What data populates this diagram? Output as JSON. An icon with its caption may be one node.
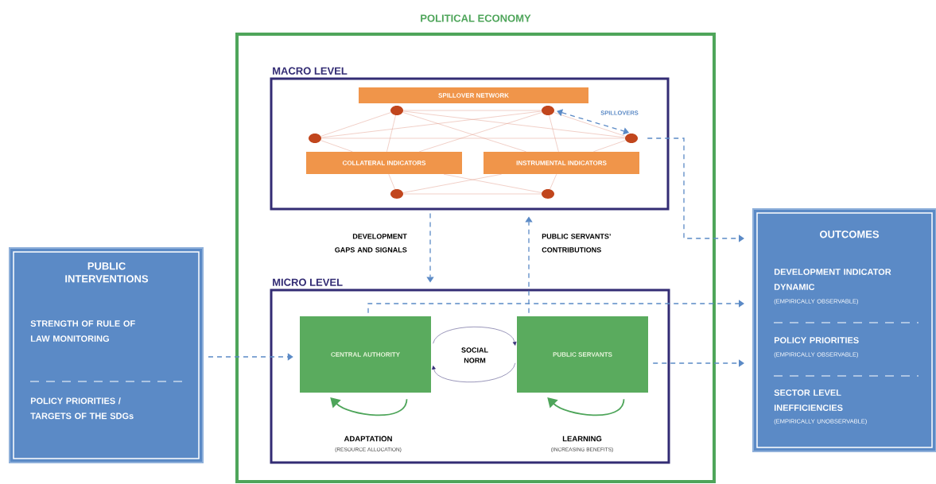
{
  "diagram": {
    "nodes": [
      {
        "text": [
          "POLITICAL ECONOMY"
        ]
      },
      {
        "text": [
          "MACRO LEVEL"
        ],
        "in": 0
      },
      {
        "text": [
          "SPILLOVER NETWORK"
        ],
        "in": 1
      },
      {
        "text": [
          "COLLATERAL INDICATORS"
        ],
        "in": 1
      },
      {
        "text": [
          "INSTRUMENTAL INDICATORS"
        ],
        "in": 1
      },
      {
        "text": [],
        "shape": "circle",
        "in": 1
      },
      {
        "text": [],
        "shape": "circle",
        "in": 1
      },
      {
        "text": [],
        "shape": "circle",
        "in": 1
      },
      {
        "text": [],
        "shape": "circle",
        "in": 1
      },
      {
        "text": [],
        "shape": "circle",
        "in": 1
      },
      {
        "text": [],
        "shape": "circle",
        "in": 1
      },
      {
        "text": [
          "MICRO LEVEL"
        ],
        "in": 0
      },
      {
        "text": [
          "CENTRAL AUTHORITY"
        ],
        "in": 11
      },
      {
        "text": [
          "PUBLIC SERVANTS"
        ],
        "in": 11
      },
      {
        "text": [
          "PUBLIC INTERVENTIONS",
          "STRENGTH OF RULE OF LAW MONITORING",
          "POLICY PRIORITIES / TARGETS OF THE SDGs"
        ]
      },
      {
        "text": [
          "OUTCOMES",
          "DEVELOPMENT INDICATOR DYNAMIC",
          "(EMPIRICALLY OBSERVABLE)",
          "POLICY PRIORITIES",
          "(EMPIRICALLY OBSERVABLE)",
          "SECTOR LEVEL INEFFICIENCIES",
          "(EMPIRICALLY UNOBSERVABLE)"
        ]
      }
    ],
    "edges": [
      {
        "from": 5,
        "to": 6,
        "arrow": "none"
      },
      {
        "from": 5,
        "to": 8,
        "arrow": "none"
      },
      {
        "from": 5,
        "to": 10,
        "arrow": "none"
      },
      {
        "from": 6,
        "to": 8,
        "arrow": "none"
      },
      {
        "from": 6,
        "to": 10,
        "arrow": "none"
      },
      {
        "from": 8,
        "to": 10,
        "arrow": "none"
      },
      {
        "from": 7,
        "to": 9,
        "arrow": "none"
      },
      {
        "from": 5,
        "to": 3,
        "arrow": "none"
      },
      {
        "from": 6,
        "to": 3,
        "arrow": "none"
      },
      {
        "from": 7,
        "to": 3,
        "arrow": "none"
      },
      {
        "from": 9,
        "to": 3,
        "arrow": "none"
      },
      {
        "from": 8,
        "to": 3,
        "arrow": "none"
      },
      {
        "from": 6,
        "to": 4,
        "arrow": "none"
      },
      {
        "from": 7,
        "to": 4,
        "arrow": "none"
      },
      {
        "from": 8,
        "to": 4,
        "arrow": "none"
      },
      {
        "from": 9,
        "to": 4,
        "arrow": "none"
      },
      {
        "from": 10,
        "to": 4,
        "arrow": "none"
      },
      {
        "from": 8,
        "to": 10,
        "arrow": "both",
        "label": "SPILLOVERS",
        "style": "dashed",
        "color": "#5b8ac6"
      },
      {
        "from": 10,
        "to": 15,
        "arrow": "to",
        "style": "dashed",
        "color": "#5b8ac6"
      },
      {
        "from": 1,
        "to": 11,
        "arrow": "to",
        "label": "DEVELOPMENT GAPS AND SIGNALS",
        "style": "dashed",
        "color": "#5b8ac6"
      },
      {
        "from": 13,
        "to": 1,
        "arrow": "to",
        "label": "PUBLIC SERVANTS’ CONTRIBUTIONS",
        "style": "dashed",
        "color": "#5b8ac6"
      },
      {
        "from": 12,
        "to": 15,
        "arrow": "to",
        "style": "dashed",
        "color": "#5b8ac6"
      },
      {
        "from": 13,
        "to": 15,
        "arrow": "to",
        "style": "dashed",
        "color": "#5b8ac6"
      },
      {
        "from": 14,
        "to": 12,
        "arrow": "to",
        "style": "dashed",
        "color": "#5b8ac6"
      },
      {
        "from": 12,
        "to": 12,
        "arrow": "to",
        "color": "#4ea55a"
      },
      {
        "from": 13,
        "to": 13,
        "arrow": "to",
        "color": "#4ea55a"
      },
      {
        "from": 12,
        "to": 13,
        "arrow": "to",
        "color": "#332c74"
      },
      {
        "from": 13,
        "to": 12,
        "arrow": "to",
        "color": "#332c74"
      }
    ],
    "labels": [
      "SOCIAL NORM",
      "ADAPTATION",
      "(RESOURCE ALLOCATION)",
      "LEARNING",
      "(INCREASING BENEFITS)"
    ]
  }
}
